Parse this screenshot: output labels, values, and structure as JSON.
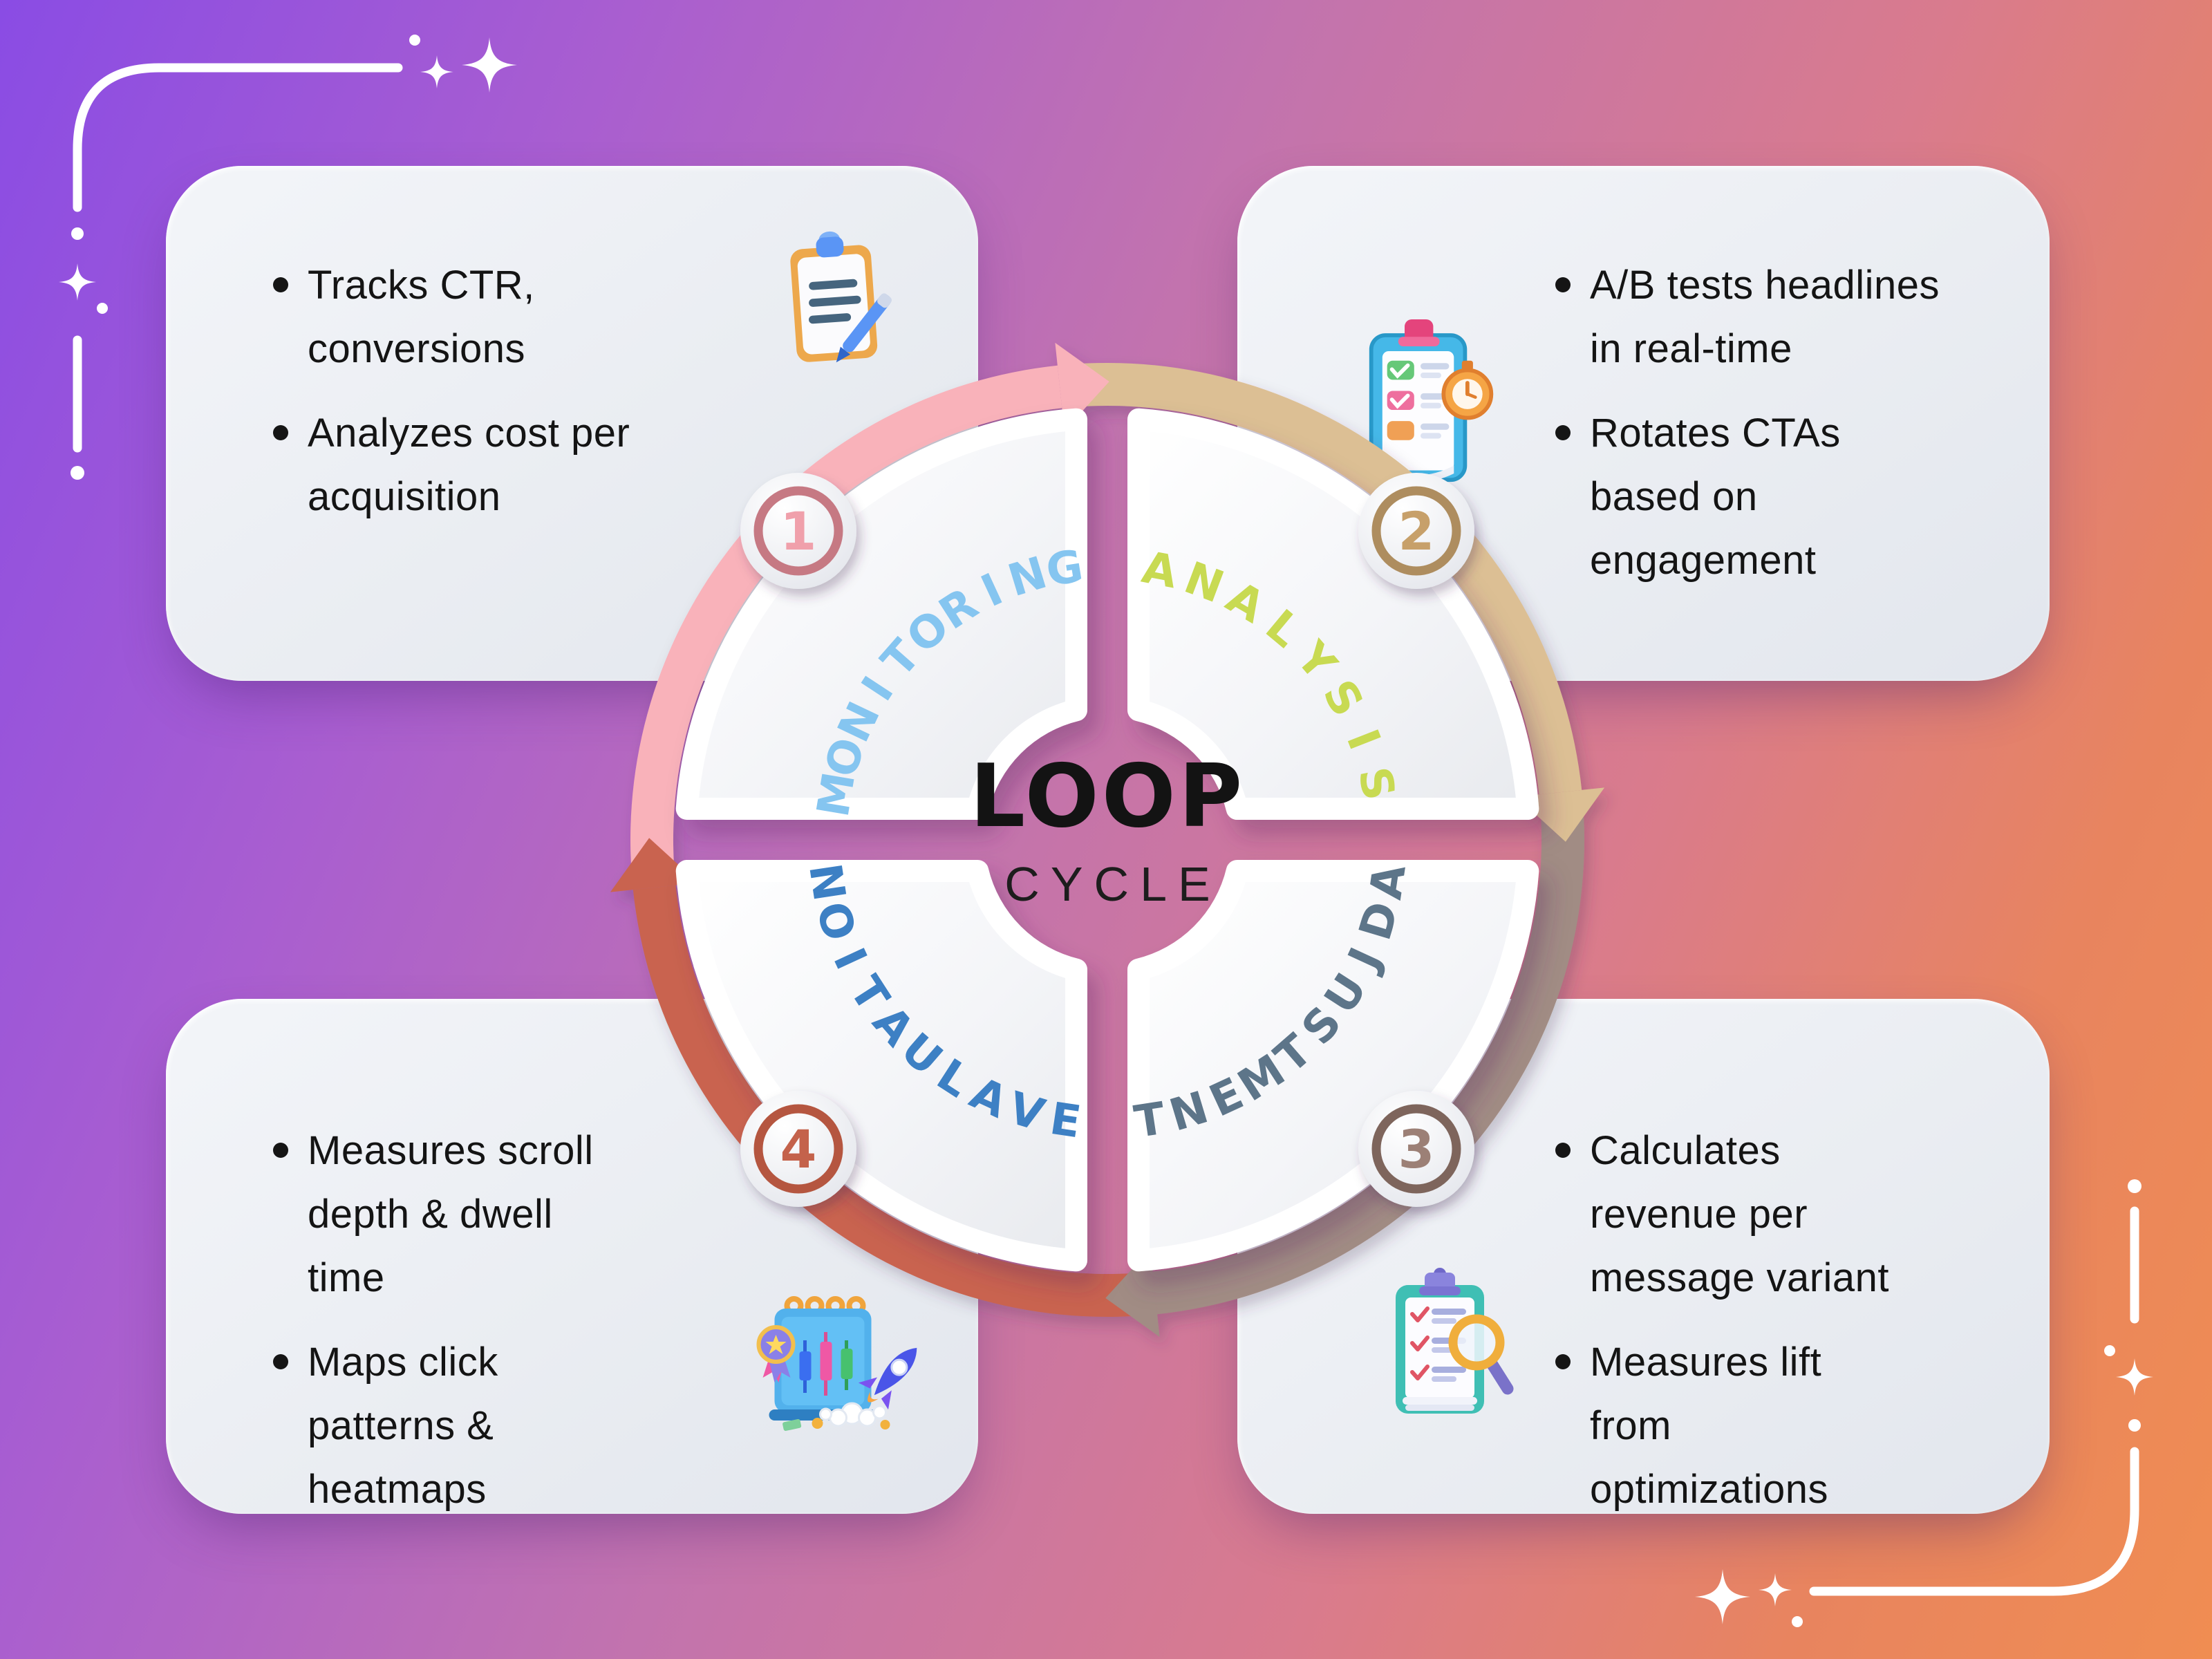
{
  "title": {
    "main": "LOOP",
    "sub": "CYCLE"
  },
  "steps": [
    {
      "number": "1",
      "label": "MONITORING",
      "bullets": [
        "Tracks CTR, conversions",
        "Analyzes cost per acquisition"
      ],
      "icon": "clipboard-pen-icon",
      "arc_color": "#f9b2ba",
      "ring_color": "#c67983",
      "number_color": "#f0a0ab",
      "label_color": "#85c5f0"
    },
    {
      "number": "2",
      "label": "ANALYSIS",
      "bullets": [
        "A/B tests headlines in real-time",
        "Rotates CTAs based on engagement"
      ],
      "icon": "checklist-stopwatch-icon",
      "arc_color": "#dcbf94",
      "ring_color": "#ae8d5f",
      "number_color": "#c7a06a",
      "label_color": "#c8da52"
    },
    {
      "number": "3",
      "label": "ADJUSTMENT",
      "bullets": [
        "Calculates revenue per message variant",
        "Measures lift from optimizations"
      ],
      "icon": "clipboard-magnifier-icon",
      "arc_color": "#a18c84",
      "ring_color": "#7e655c",
      "number_color": "#9c8076",
      "label_color": "#5d7589"
    },
    {
      "number": "4",
      "label": "EVALUATION",
      "bullets": [
        "Measures scroll depth & dwell time",
        "Maps click patterns & heatmaps"
      ],
      "icon": "calendar-chart-rocket-icon",
      "arc_color": "#c96450",
      "ring_color": "#b5573f",
      "number_color": "#c4624c",
      "label_color": "#3d80c4"
    }
  ],
  "colors": {
    "background_gradient": [
      "#8a4ce4",
      "#c273ae",
      "#d97b8d",
      "#f08d52"
    ],
    "card_background": "#eaedf2",
    "text": "#141414"
  },
  "decorations": {
    "corner_sparkle": "four-point-star"
  }
}
